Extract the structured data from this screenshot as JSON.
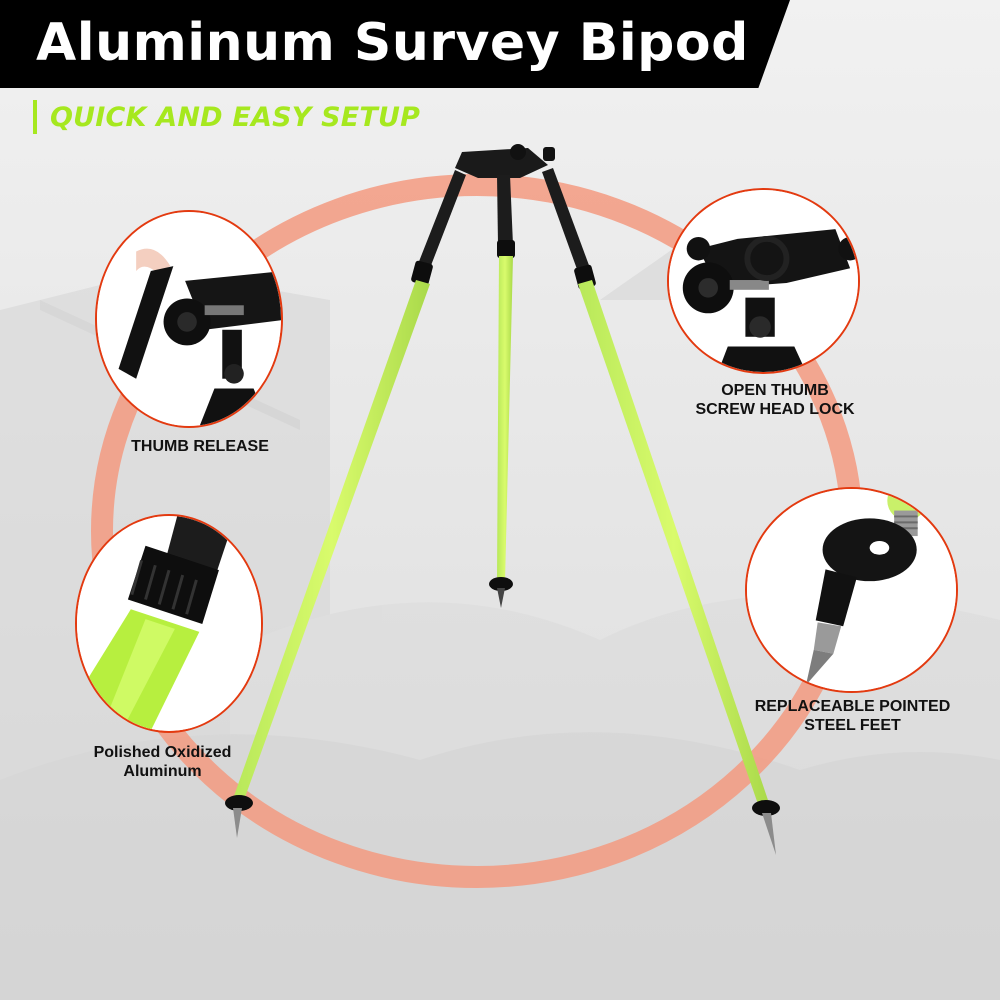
{
  "header": {
    "title": "Aluminum Survey Bipod",
    "subtitle": "QUICK AND EASY SETUP"
  },
  "callouts": {
    "thumb_release": "THUMB RELEASE",
    "head_lock_line1": "OPEN THUMB",
    "head_lock_line2": "SCREW HEAD LOCK",
    "aluminum_line1": "Polished Oxidized",
    "aluminum_line2": "Aluminum",
    "feet_line1": "REPLACEABLE POINTED",
    "feet_line2": "STEEL FEET"
  },
  "colors": {
    "accent_green": "#a6e81f",
    "ring_orange": "#f07a5c",
    "callout_border": "#e33a10",
    "title_bar": "#000000"
  }
}
